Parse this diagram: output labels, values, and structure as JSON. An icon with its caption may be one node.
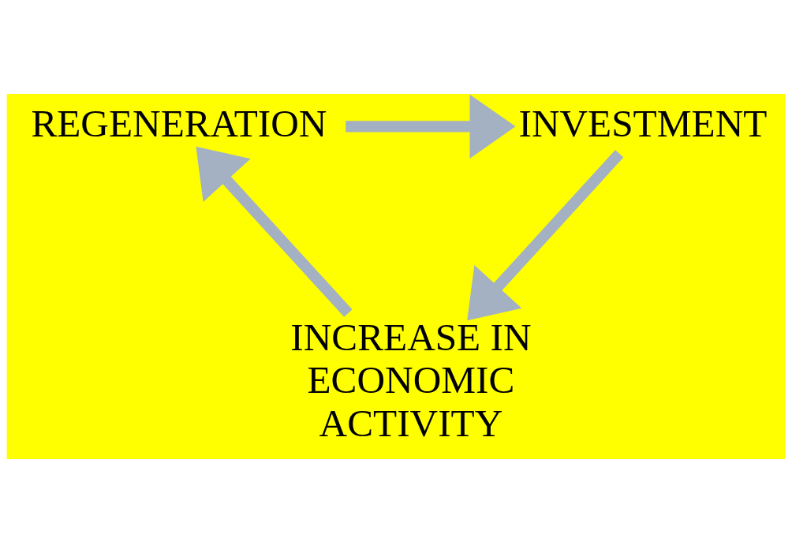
{
  "diagram": {
    "nodes": [
      {
        "text": [
          "REGENERATION"
        ]
      },
      {
        "text": [
          "INVESTMENT"
        ]
      },
      {
        "text": [
          "INCREASE IN ECONOMIC ACTIVITY"
        ]
      }
    ],
    "edges": [
      {
        "from": 0,
        "to": 1,
        "arrow": "to"
      },
      {
        "from": 1,
        "to": 2,
        "arrow": "to"
      },
      {
        "from": 2,
        "to": 0,
        "arrow": "to"
      }
    ]
  }
}
